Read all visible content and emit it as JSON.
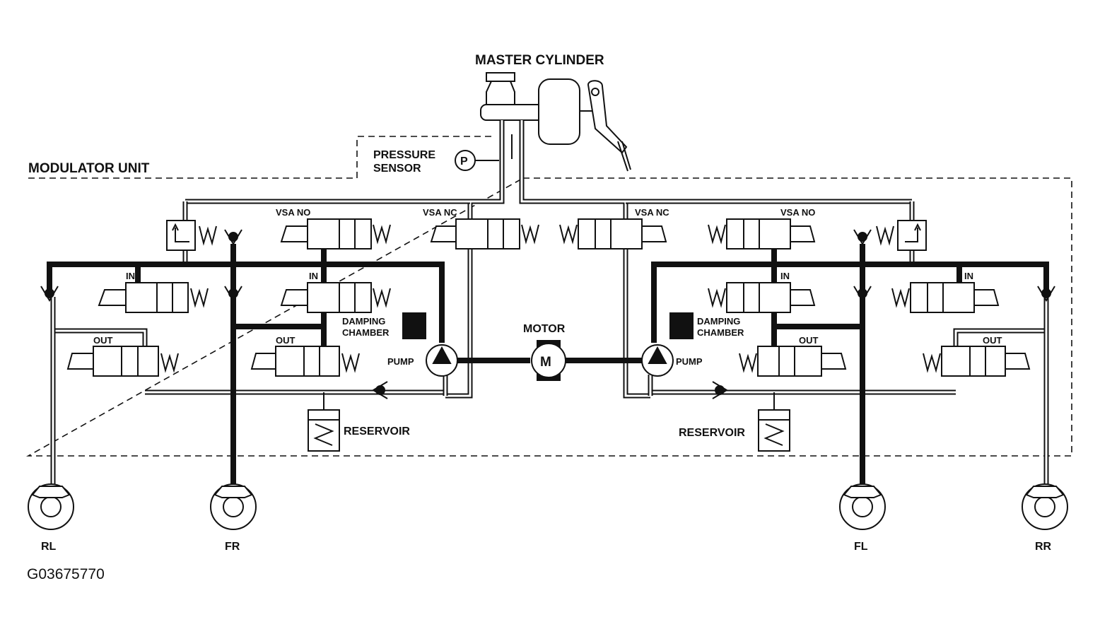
{
  "labels": {
    "master_cylinder": "MASTER CYLINDER",
    "pressure_sensor_line1": "PRESSURE",
    "pressure_sensor_line2": "SENSOR",
    "pressure_symbol": "P",
    "modulator_unit": "MODULATOR UNIT",
    "vsa_no": "VSA NO",
    "vsa_nc": "VSA NC",
    "in": "IN",
    "out": "OUT",
    "damping_line1": "DAMPING",
    "damping_line2": "CHAMBER",
    "pump": "PUMP",
    "motor": "MOTOR",
    "motor_symbol": "M",
    "reservoir": "RESERVOIR"
  },
  "wheels": [
    "RL",
    "FR",
    "FL",
    "RR"
  ],
  "figure_ref": "G03675770"
}
